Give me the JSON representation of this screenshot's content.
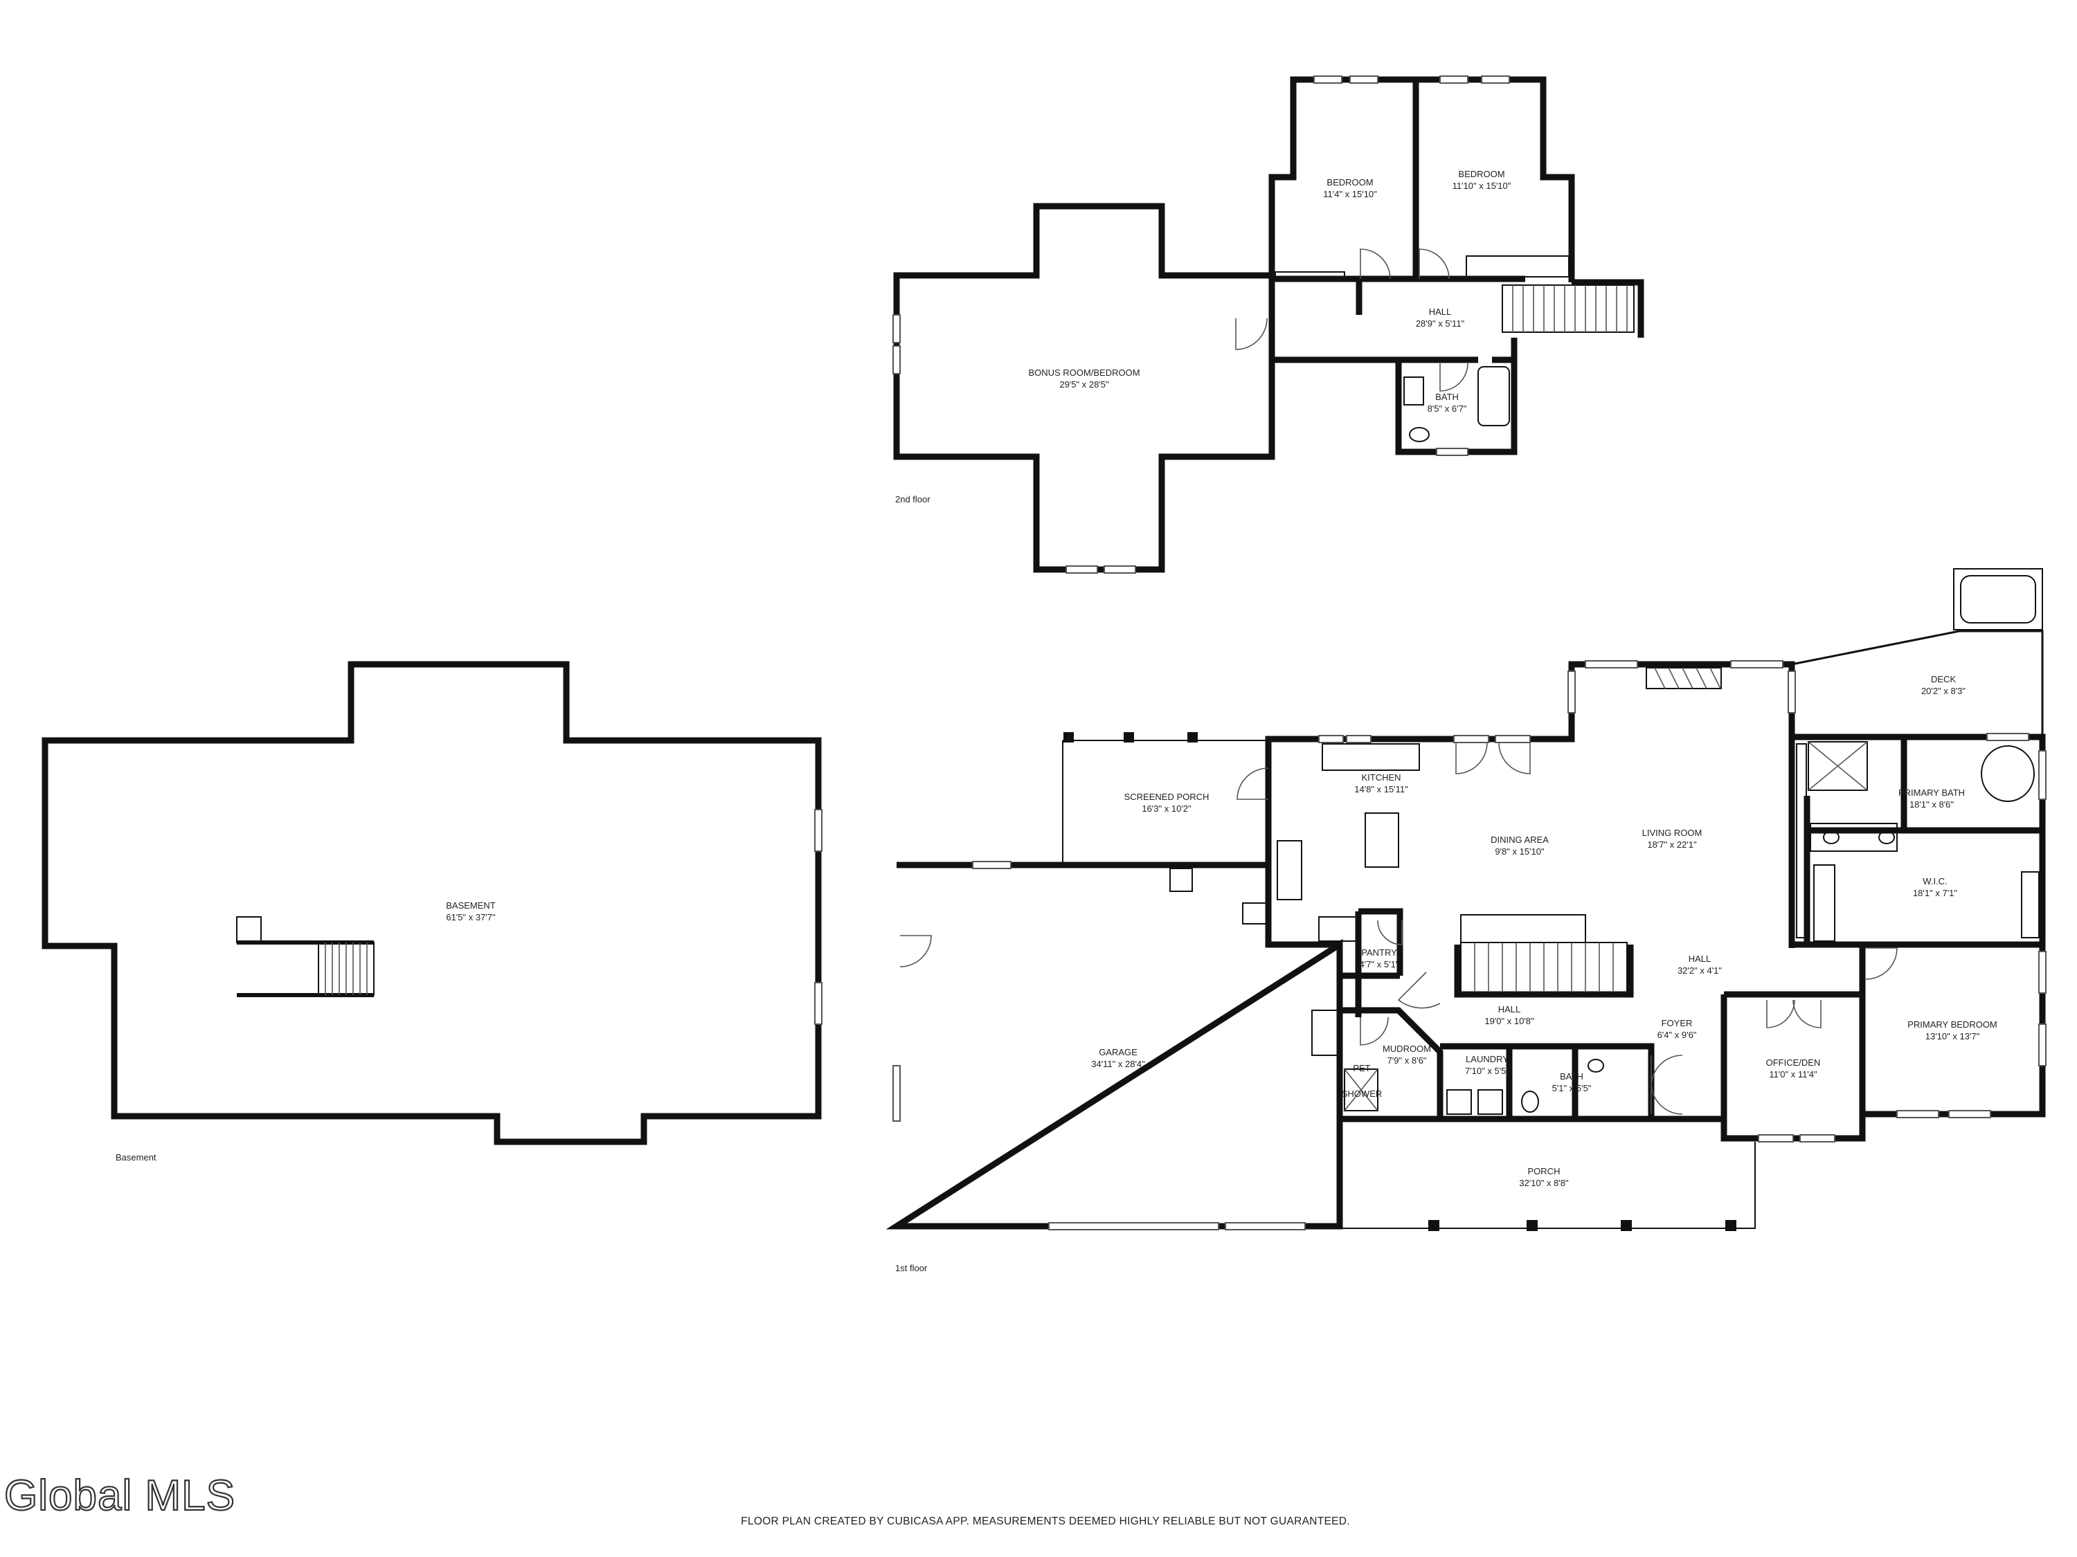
{
  "floors": {
    "second": "2nd floor",
    "first": "1st floor",
    "basement": "Basement"
  },
  "rooms": {
    "bonus_room": {
      "name": "BONUS ROOM/BEDROOM",
      "size": "29'5\" x 28'5\""
    },
    "bedroom_a": {
      "name": "BEDROOM",
      "size": "11'4\" x 15'10\""
    },
    "bedroom_b": {
      "name": "BEDROOM",
      "size": "11'10\" x 15'10\""
    },
    "hall_2nd": {
      "name": "HALL",
      "size": "28'9\" x 5'11\""
    },
    "bath_2nd": {
      "name": "BATH",
      "size": "8'5\" x 6'7\""
    },
    "basement": {
      "name": "BASEMENT",
      "size": "61'5\" x 37'7\""
    },
    "screened_porch": {
      "name": "SCREENED PORCH",
      "size": "16'3\" x 10'2\""
    },
    "kitchen": {
      "name": "KITCHEN",
      "size": "14'8\" x 15'11\""
    },
    "dining_area": {
      "name": "DINING AREA",
      "size": "9'8\" x 15'10\""
    },
    "living_room": {
      "name": "LIVING ROOM",
      "size": "18'7\" x 22'1\""
    },
    "deck": {
      "name": "DECK",
      "size": "20'2\" x 8'3\""
    },
    "primary_bath": {
      "name": "PRIMARY BATH",
      "size": "18'1\" x 8'6\""
    },
    "wic": {
      "name": "W.I.C.",
      "size": "18'1\" x 7'1\""
    },
    "garage": {
      "name": "GARAGE",
      "size": "34'11\" x 28'4\""
    },
    "pantry": {
      "name": "PANTRY",
      "size": "4'7\" x 5'1\""
    },
    "hall_main": {
      "name": "HALL",
      "size": "32'2\" x 4'1\""
    },
    "hall_lower": {
      "name": "HALL",
      "size": "19'0\" x 10'8\""
    },
    "mudroom": {
      "name": "MUDROOM",
      "size": "7'9\" x 8'6\""
    },
    "pet_shower_1": "PET",
    "pet_shower_2": "SHOWER",
    "laundry": {
      "name": "LAUNDRY",
      "size": "7'10\" x 5'5\""
    },
    "bath_1st": {
      "name": "BATH",
      "size": "5'1\" x 5'5\""
    },
    "foyer": {
      "name": "FOYER",
      "size": "6'4\" x 9'6\""
    },
    "office": {
      "name": "OFFICE/DEN",
      "size": "11'0\" x 11'4\""
    },
    "primary_bedroom": {
      "name": "PRIMARY BEDROOM",
      "size": "13'10\" x 13'7\""
    },
    "porch": {
      "name": "PORCH",
      "size": "32'10\" x 8'8\""
    }
  },
  "disclaimer": "FLOOR PLAN CREATED BY CUBICASA APP. MEASUREMENTS DEEMED HIGHLY RELIABLE BUT NOT GUARANTEED.",
  "watermark": "Global MLS"
}
